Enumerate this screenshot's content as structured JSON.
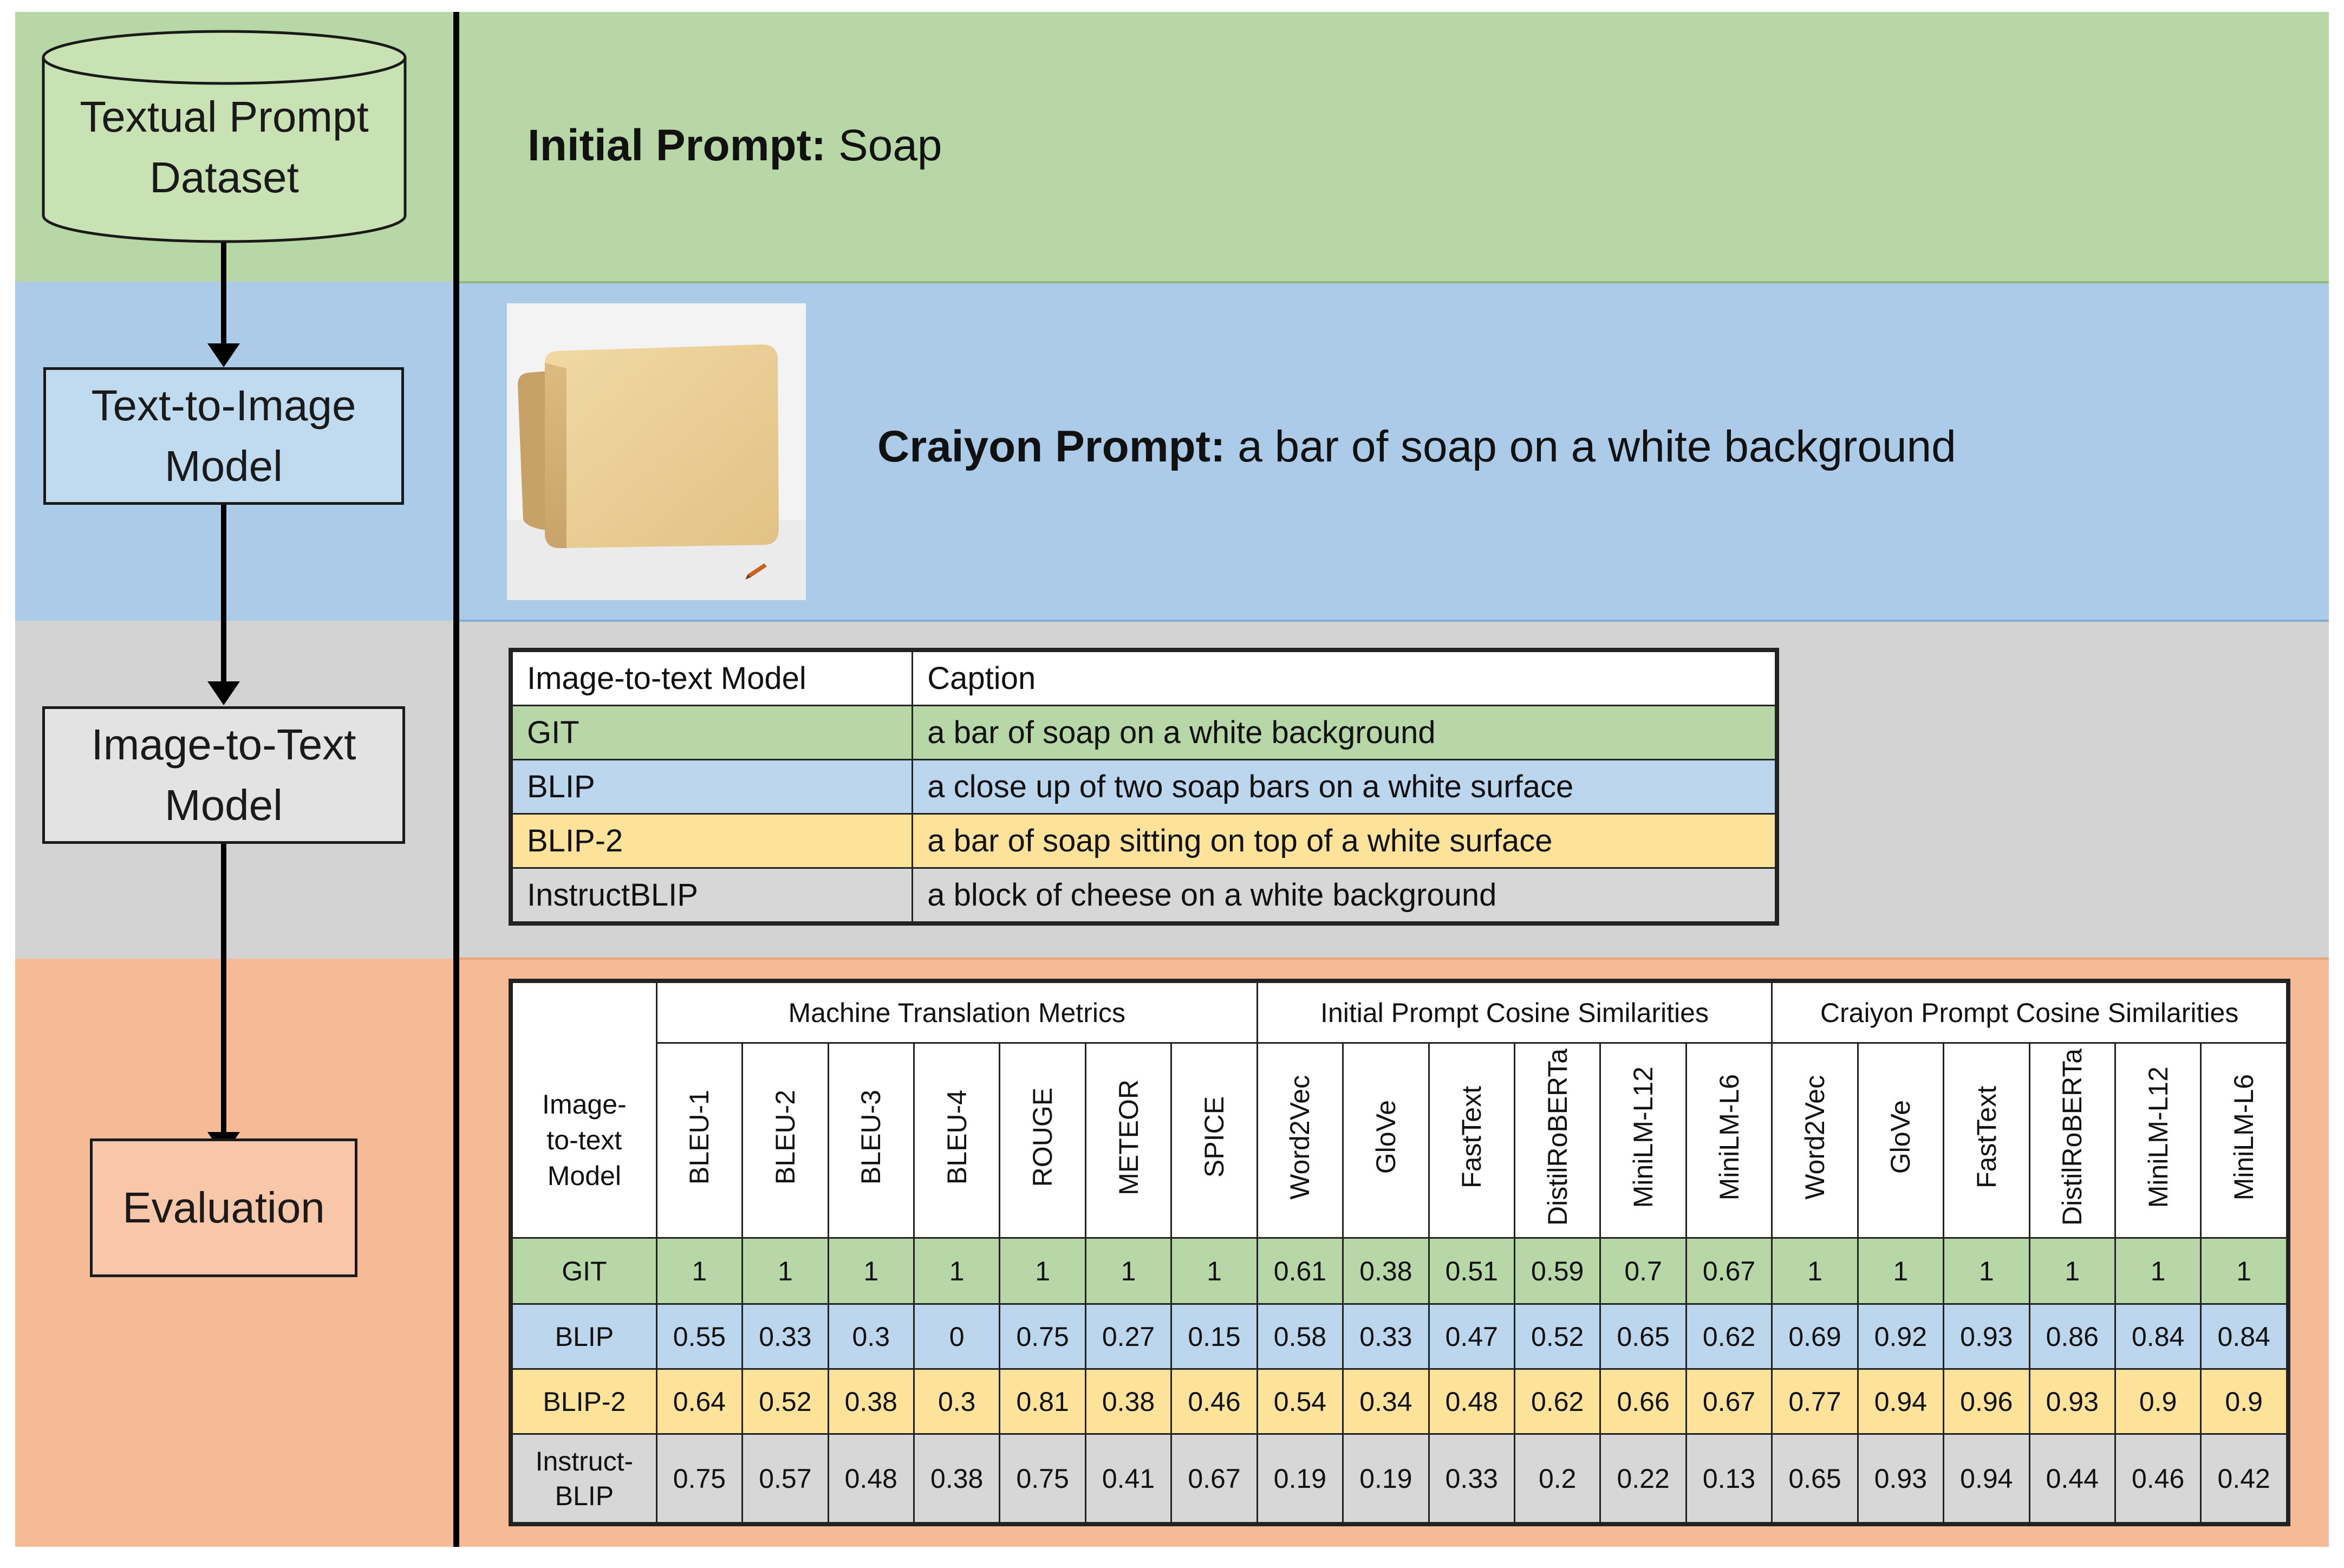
{
  "flow": {
    "dataset_label": "Textual Prompt Dataset",
    "t2i_label": "Text-to-Image Model",
    "i2t_label": "Image-to-Text Model",
    "eval_label": "Evaluation"
  },
  "initial_prompt": {
    "label": "Initial Prompt:",
    "value": "Soap"
  },
  "craiyon_prompt": {
    "label": "Craiyon Prompt:",
    "value": "a bar of soap on a white background"
  },
  "caption_table": {
    "headers": [
      "Image-to-text Model",
      "Caption"
    ],
    "rows": [
      {
        "model": "GIT",
        "caption": "a bar of soap on a white background",
        "color": "#b8d7a6"
      },
      {
        "model": "BLIP",
        "caption": "a close up of two soap bars on a white surface",
        "color": "#bcd6ee"
      },
      {
        "model": "BLIP-2",
        "caption": "a bar of soap sitting on top of a white surface",
        "color": "#fde39a"
      },
      {
        "model": "InstructBLIP",
        "caption": "a block of cheese on a white background",
        "color": "#d7d7d7"
      }
    ]
  },
  "metrics_table": {
    "groups": [
      "Machine Translation Metrics",
      "Initial Prompt Cosine Similarities",
      "Craiyon Prompt Cosine Similarities"
    ],
    "model_header": "Image-to-text Model",
    "columns": [
      "BLEU-1",
      "BLEU-2",
      "BLEU-3",
      "BLEU-4",
      "ROUGE",
      "METEOR",
      "SPICE",
      "Word2Vec",
      "GloVe",
      "FastText",
      "DistilRoBERTa",
      "MiniLM-L12",
      "MiniLM-L6",
      "Word2Vec",
      "GloVe",
      "FastText",
      "DistilRoBERTa",
      "MiniLM-L12",
      "MiniLM-L6"
    ],
    "rows": [
      {
        "model": "GIT",
        "values": [
          "1",
          "1",
          "1",
          "1",
          "1",
          "1",
          "1",
          "0.61",
          "0.38",
          "0.51",
          "0.59",
          "0.7",
          "0.67",
          "1",
          "1",
          "1",
          "1",
          "1",
          "1"
        ]
      },
      {
        "model": "BLIP",
        "values": [
          "0.55",
          "0.33",
          "0.3",
          "0",
          "0.75",
          "0.27",
          "0.15",
          "0.58",
          "0.33",
          "0.47",
          "0.52",
          "0.65",
          "0.62",
          "0.69",
          "0.92",
          "0.93",
          "0.86",
          "0.84",
          "0.84"
        ]
      },
      {
        "model": "BLIP-2",
        "values": [
          "0.64",
          "0.52",
          "0.38",
          "0.3",
          "0.81",
          "0.38",
          "0.46",
          "0.54",
          "0.34",
          "0.48",
          "0.62",
          "0.66",
          "0.67",
          "0.77",
          "0.94",
          "0.96",
          "0.93",
          "0.9",
          "0.9"
        ]
      },
      {
        "model": "Instruct-BLIP",
        "values": [
          "0.75",
          "0.57",
          "0.48",
          "0.38",
          "0.75",
          "0.41",
          "0.67",
          "0.19",
          "0.19",
          "0.33",
          "0.2",
          "0.22",
          "0.13",
          "0.65",
          "0.93",
          "0.94",
          "0.44",
          "0.46",
          "0.42"
        ]
      }
    ]
  }
}
